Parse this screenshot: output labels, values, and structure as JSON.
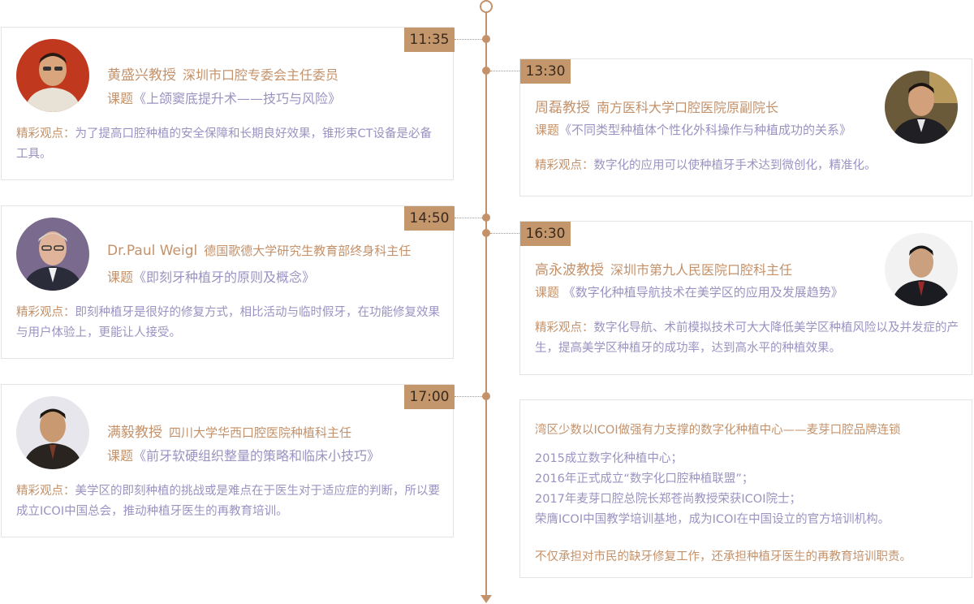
{
  "timeline": {
    "sessions": [
      {
        "time": "11:35",
        "name": "黄盛兴教授",
        "title": "深圳市口腔专委会主任委员",
        "topic_label": "课题",
        "topic": "《上颌窦底提升术——技巧与风险》",
        "view_label": "精彩观点：",
        "view": "为了提高口腔种植的安全保障和长期良好效果，锥形束CT设备是必备工具。"
      },
      {
        "time": "13:30",
        "name": "周磊教授",
        "title": "南方医科大学口腔医院原副院长",
        "topic_label": "课题",
        "topic": "《不同类型种植体个性化外科操作与种植成功的关系》",
        "view_label": "精彩观点：",
        "view": "数字化的应用可以使种植牙手术达到微创化，精准化。"
      },
      {
        "time": "14:50",
        "name": "Dr.Paul Weigl",
        "title": "德国歌德大学研究生教育部终身科主任",
        "topic_label": "课题",
        "topic": "《即刻牙种植牙的原则及概念》",
        "view_label": "精彩观点：",
        "view": "即刻种植牙是很好的修复方式，相比活动与临时假牙，在功能修复效果与用户体验上，更能让人接受。"
      },
      {
        "time": "16:30",
        "name": "高永波教授",
        "title": "深圳市第九人民医院口腔科主任",
        "topic_label": "课题",
        "topic": " 《数字化种植导航技术在美学区的应用及发展趋势》",
        "view_label": "精彩观点：",
        "view": "数字化导航、术前模拟技术可大大降低美学区种植风险以及并发症的产生，提高美学区种植牙的成功率，达到高水平的种植效果。"
      },
      {
        "time": "17:00",
        "name": "满毅教授",
        "title": "四川大学华西口腔医院种植科主任",
        "topic_label": "课题",
        "topic": "《前牙软硬组织整量的策略和临床小技巧》",
        "view_label": "精彩观点：",
        "view": "美学区的即刻种植的挑战或是难点在于医生对于适应症的判断，所以要成立ICOI中国总会，推动种植牙医生的再教育培训。"
      }
    ]
  },
  "info_box": {
    "heading": "湾区少数以ICOI做强有力支撑的数字化种植中心——麦芽口腔品牌连锁",
    "lines": [
      "2015成立数字化种植中心；",
      "2016年正式成立“数字化口腔种植联盟”；",
      "2017年麦芽口腔总院长郑苍尚教授荣获ICOI院士；",
      "荣膺ICOI中国教学培训基地，成为ICOI在中国设立的官方培训机构。"
    ],
    "closing": "不仅承担对市民的缺牙修复工作，还承担种植牙医生的再教育培训职责。"
  },
  "colors": {
    "accent": "#c4926a",
    "tag_bg": "#c4966c",
    "text_purple": "#9a93c2",
    "border": "#e4e4e4"
  }
}
